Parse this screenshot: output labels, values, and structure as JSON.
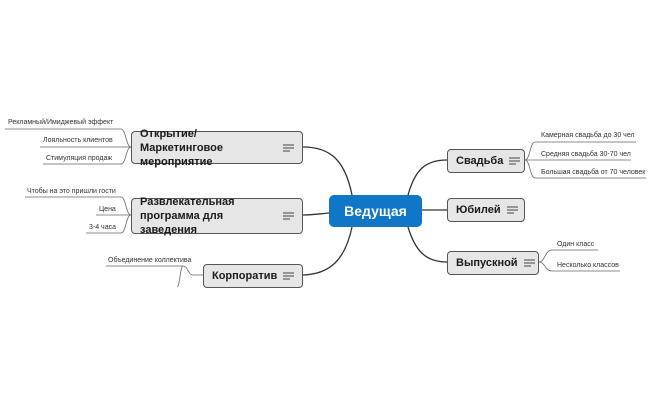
{
  "center": {
    "label": "Ведущая"
  },
  "left_topics": [
    {
      "label_line1": "Открытие/Маркетинговое",
      "label_line2": "мероприятие",
      "subtopics": [
        "Рекламный/Имиджевый эффект",
        "Лояльность клиентов",
        "Стимуляция продаж"
      ]
    },
    {
      "label_line1": "Развлекательная",
      "label_line2": "программа для заведения",
      "subtopics": [
        "Чтобы на это пришли гости",
        "Цена",
        "3-4 часа"
      ]
    },
    {
      "label": "Корпоратив",
      "subtopics": [
        "Объединение коллектива"
      ]
    }
  ],
  "right_topics": [
    {
      "label": "Свадьба",
      "subtopics": [
        "Камерная свадьба до 30 чел",
        "Средняя свадьба 30-70 чел",
        "Большая свадьба от 70 человек"
      ]
    },
    {
      "label": "Юбилей",
      "subtopics": []
    },
    {
      "label": "Выпускной",
      "subtopics": [
        "Один класс",
        "Несколько классов"
      ]
    }
  ],
  "colors": {
    "center": "#1077c8",
    "topic_fill": "#e6e6e6",
    "topic_border": "#555555",
    "line": "#333333"
  },
  "icons": {
    "topic_marker": "notes-icon"
  }
}
